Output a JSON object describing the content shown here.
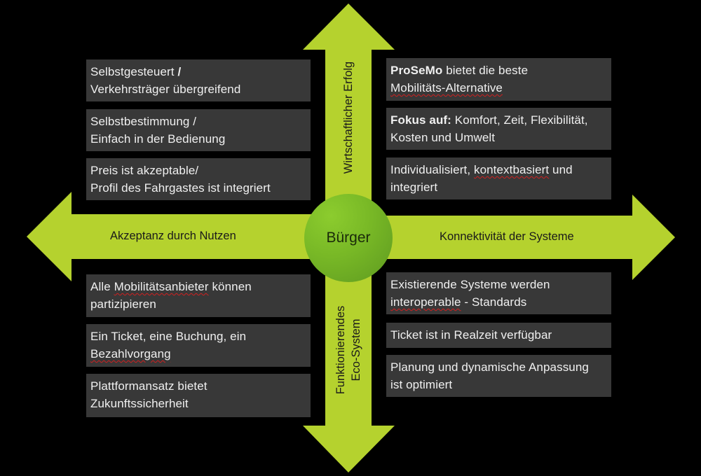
{
  "colors": {
    "arrow": "#b5d22e",
    "box_bg": "#383838",
    "box_text": "#f0f0f0",
    "background": "#000000"
  },
  "center": {
    "label": "Bürger"
  },
  "axes": {
    "up": "Wirtschaftlicher Erfolg",
    "down_line1": "Funktionierendes",
    "down_line2": "Eco-System",
    "left": "Akzeptanz durch Nutzen",
    "right": "Konnektivität der Systeme"
  },
  "quadrants": {
    "top_left": [
      {
        "line1": "Selbstgesteuert ",
        "line1_bold": "/",
        "line2": "Verkehrsträger übergreifend"
      },
      {
        "line1": "Selbstbestimmung /",
        "line2": "Einfach in der Bedienung"
      },
      {
        "line1": "Preis ist akzeptable/",
        "line2": "Profil des Fahrgastes ist integriert"
      }
    ],
    "top_right": [
      {
        "bold": "ProSeMo",
        "rest": " bietet die beste",
        "line2": "Mobilitäts-Alternative"
      },
      {
        "bold": "Fokus auf:",
        "rest": " Komfort, Zeit, Flexibilität,",
        "line2": "Kosten und Umwelt"
      },
      {
        "pre": "Individualisiert, ",
        "underlined": "kontextbasiert",
        "post": " und",
        "line2": "integriert"
      }
    ],
    "bottom_left": [
      {
        "pre": "Alle ",
        "underlined": "Mobilitätsanbieter",
        "post": " können",
        "line2": "partizipieren"
      },
      {
        "line1": "Ein Ticket, eine Buchung, ein",
        "line2": "Bezahlvorgang"
      },
      {
        "line1": "Plattformansatz bietet",
        "line2": "Zukunftssicherheit"
      }
    ],
    "bottom_right": [
      {
        "line1": "Existierende Systeme werden",
        "underlined": "interoperable",
        "post": " - Standards"
      },
      {
        "line1": "Ticket ist in Realzeit verfügbar"
      },
      {
        "line1": "Planung und dynamische Anpassung",
        "line2": "ist optimiert"
      }
    ]
  }
}
